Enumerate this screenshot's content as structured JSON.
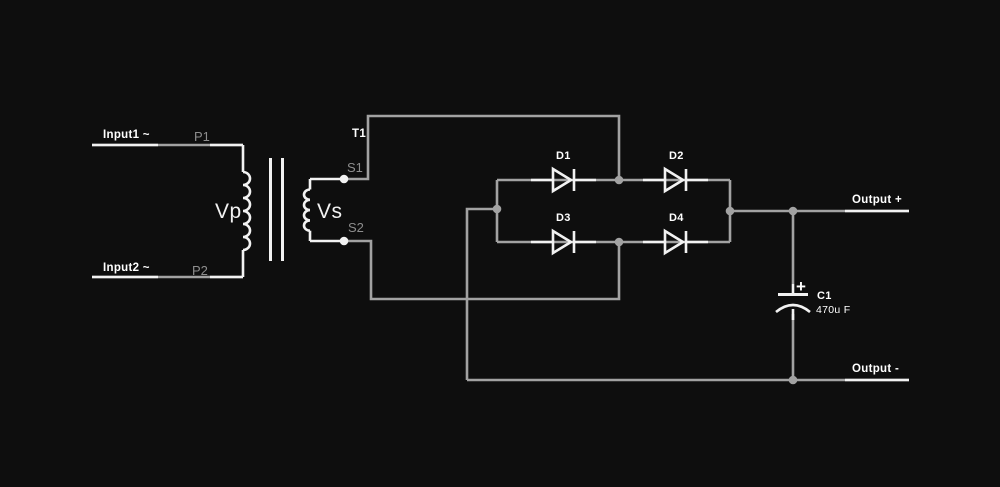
{
  "colors": {
    "background": "#0e0e0e",
    "wire": "#a2a2a2",
    "symbol": "#f2f2f2",
    "label": "#ffffff",
    "muted_label": "#8d8d8d"
  },
  "labels": {
    "input1": "Input1 ~",
    "input2": "Input2 ~",
    "p1": "P1",
    "p2": "P2",
    "t1": "T1",
    "s1": "S1",
    "s2": "S2",
    "vp": "Vp",
    "vs": "Vs",
    "d1": "D1",
    "d2": "D2",
    "d3": "D3",
    "d4": "D4",
    "c1": "C1",
    "c1_value": "470u F",
    "c1_polarity": "+",
    "output_plus": "Output +",
    "output_minus": "Output -"
  },
  "circuit": {
    "type": "full-wave bridge rectifier with smoothing capacitor",
    "components": [
      {
        "ref": "T1",
        "kind": "transformer",
        "primary_winding": "Vp",
        "secondary_winding": "Vs",
        "primary_terminals": [
          "P1",
          "P2"
        ],
        "secondary_terminals": [
          "S1",
          "S2"
        ]
      },
      {
        "ref": "D1",
        "kind": "diode"
      },
      {
        "ref": "D2",
        "kind": "diode"
      },
      {
        "ref": "D3",
        "kind": "diode"
      },
      {
        "ref": "D4",
        "kind": "diode"
      },
      {
        "ref": "C1",
        "kind": "polarized-capacitor",
        "value": "470u F"
      }
    ],
    "inputs": [
      "Input1 ~",
      "Input2 ~"
    ],
    "outputs": [
      "Output +",
      "Output -"
    ]
  }
}
